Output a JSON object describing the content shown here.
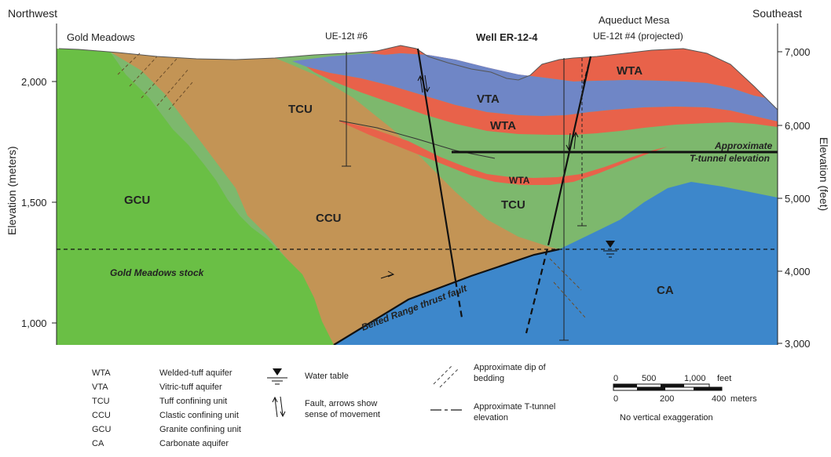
{
  "header": {
    "left_direction": "Northwest",
    "right_direction": "Southeast",
    "left_place": "Gold Meadows",
    "right_place": "Aqueduct Mesa"
  },
  "axes": {
    "left_label": "Elevation (meters)",
    "right_label": "Elevation (feet)",
    "left_ticks": [
      "2,000",
      "1,500",
      "1,000"
    ],
    "right_ticks": [
      "7,000",
      "6,000",
      "5,000",
      "4,000",
      "3,000"
    ]
  },
  "wells": {
    "ue12t6": "UE-12t #6",
    "er124": "Well ER-12-4",
    "ue12t4": "UE-12t #4 (projected)"
  },
  "units": {
    "gcu": "GCU",
    "ccu": "CCU",
    "tcu_upper": "TCU",
    "tcu_lower": "TCU",
    "vta": "VTA",
    "wta_top": "WTA",
    "wta_mid": "WTA",
    "wta_low": "WTA",
    "ca": "CA"
  },
  "annotations": {
    "stock": "Gold Meadows stock",
    "thrust": "Belted Range thrust fault",
    "tunnel_line1": "Approximate",
    "tunnel_line2": "T-tunnel elevation"
  },
  "legend": {
    "units": [
      {
        "abbr": "WTA",
        "name": "Welded-tuff aquifer"
      },
      {
        "abbr": "VTA",
        "name": "Vitric-tuff aquifer"
      },
      {
        "abbr": "TCU",
        "name": "Tuff confining unit"
      },
      {
        "abbr": "CCU",
        "name": "Clastic confining unit"
      },
      {
        "abbr": "GCU",
        "name": "Granite confining unit"
      },
      {
        "abbr": "CA",
        "name": "Carbonate aquifer"
      }
    ],
    "water_table": "Water table",
    "fault_line1": "Fault, arrows show",
    "fault_line2": "sense of movement",
    "dip_line1": "Approximate dip of",
    "dip_line2": "bedding",
    "tunnel_line1": "Approximate T-tunnel",
    "tunnel_line2": "elevation"
  },
  "scale": {
    "feet_labels": [
      "0",
      "500",
      "1,000"
    ],
    "feet_unit": "feet",
    "meter_labels": [
      "0",
      "200",
      "400"
    ],
    "meter_unit": "meters",
    "note": "No vertical exaggeration"
  },
  "colors": {
    "gcu": "#6abf45",
    "ccu": "#c39455",
    "tcu": "#7db86d",
    "vta": "#6f86c6",
    "wta": "#e8624a",
    "ca": "#3d87cb"
  }
}
